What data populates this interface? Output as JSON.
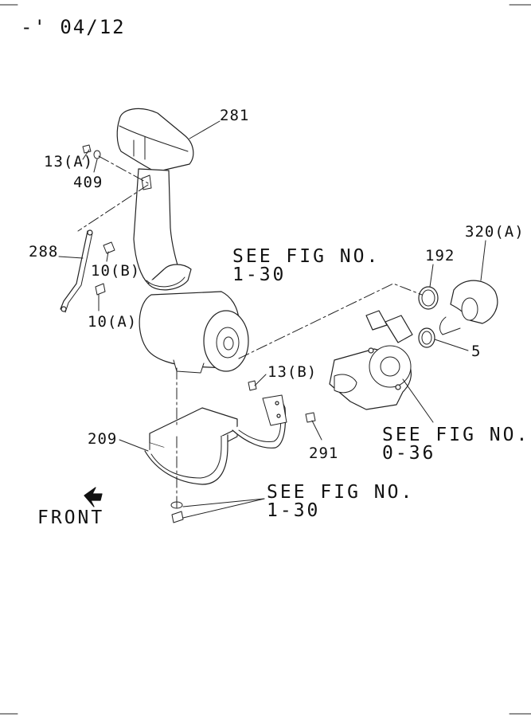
{
  "header": {
    "date_code": "-' 04/12"
  },
  "parts": {
    "p281": "281",
    "p13a": "13(A)",
    "p409": "409",
    "p288": "288",
    "p10b": "10(B)",
    "p10a": "10(A)",
    "p13b": "13(B)",
    "p209": "209",
    "p291": "291",
    "p192": "192",
    "p320a": "320(A)",
    "p5": "5"
  },
  "references": {
    "ref1": {
      "line1": "SEE FIG NO.",
      "line2": "1-30"
    },
    "ref2": {
      "line1": "SEE FIG NO.",
      "line2": "0-36"
    },
    "ref3": {
      "line1": "SEE FIG NO.",
      "line2": "1-30"
    }
  },
  "direction": {
    "front": "FRONT"
  }
}
